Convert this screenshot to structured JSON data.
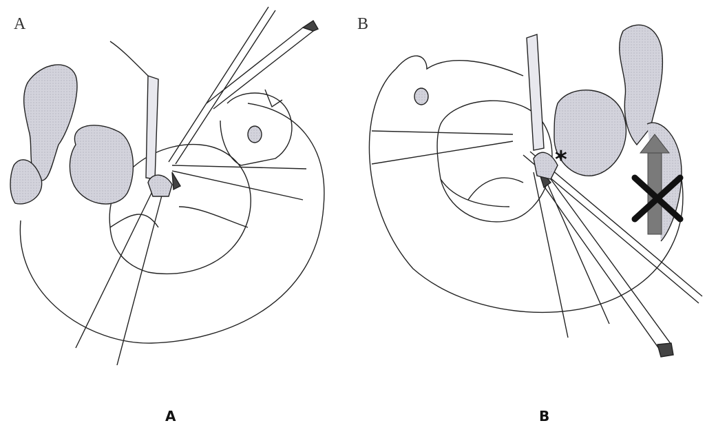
{
  "panels": [
    {
      "letter": "A",
      "caption": "A"
    },
    {
      "letter": "B",
      "caption": "B"
    }
  ],
  "annotations": {
    "asterisk": "*"
  },
  "colors": {
    "stroke": "#222222",
    "shade": "#c9c9d2",
    "arrow": "#7a7a7a",
    "cross": "#111111"
  }
}
